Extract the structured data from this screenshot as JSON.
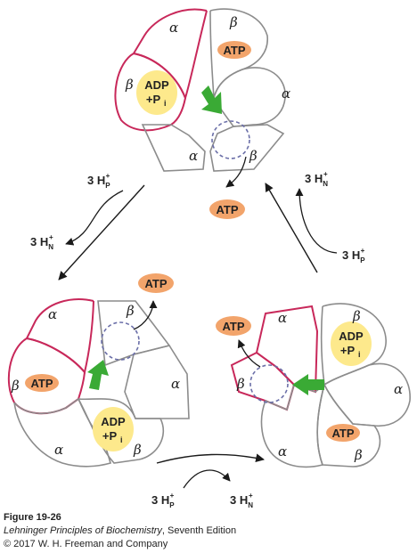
{
  "subunit_labels": {
    "alpha": "α",
    "beta": "β",
    "atp": "ATP",
    "adp_line1": "ADP",
    "adp_line2": "+P",
    "adp_sub": "i"
  },
  "proton_labels": {
    "coef": "3",
    "h": "H",
    "plus": "+",
    "p": "P",
    "n": "N"
  },
  "caption": {
    "figure": "Figure 19-26",
    "book": "Lehninger Principles of Biochemistry",
    "edition": ", Seventh Edition",
    "copyright": "© 2017 W. H. Freeman and Company"
  },
  "colors": {
    "outline": "#8c8c8c",
    "highlight": "#c8285a",
    "atp_fill": "#f2a46b",
    "adp_fill": "#fde98c",
    "green_arrow": "#3aaa35",
    "gamma_dash": "#6b6fa8",
    "text": "#222222"
  }
}
